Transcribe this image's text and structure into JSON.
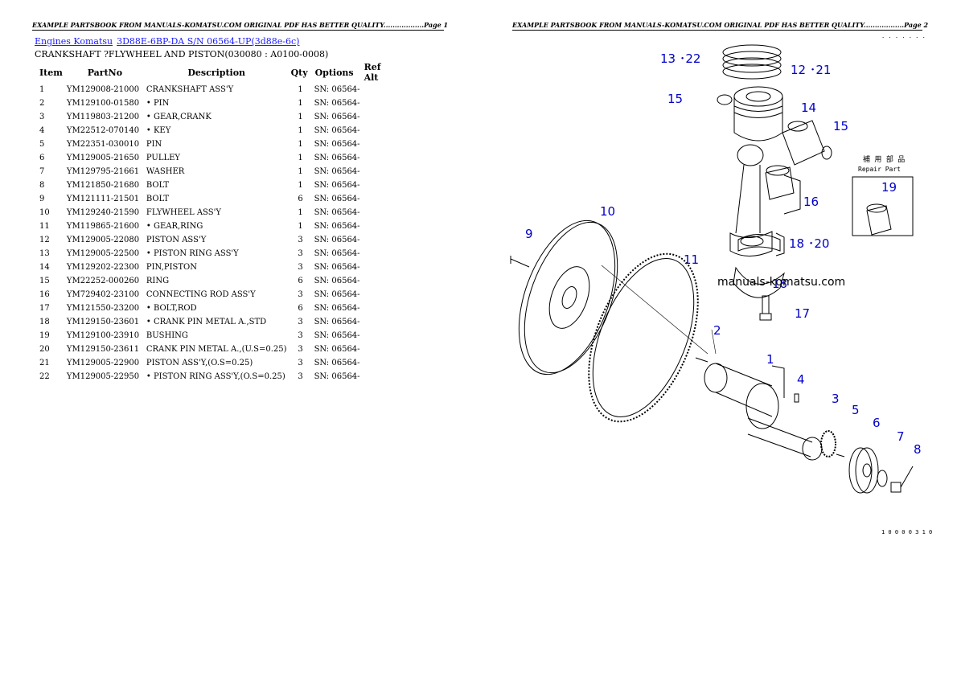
{
  "header": {
    "page1": "EXAMPLE PARTSBOOK FROM MANUALS-KOMATSU.COM ORIGINAL PDF HAS BETTER QUALITY..................Page 1",
    "page2": "EXAMPLE PARTSBOOK FROM MANUALS-KOMATSU.COM ORIGINAL PDF HAS BETTER QUALITY..................Page 2"
  },
  "breadcrumb": {
    "link1": "Engines Komatsu",
    "link2": "3D88E-6BP-DA S/N 06564-UP(3d88e-6c)"
  },
  "subtitle": "CRANKSHAFT ?FLYWHEEL AND PISTON(030080 : A0100-0008)",
  "table": {
    "headers": {
      "item": "Item",
      "partno": "PartNo",
      "description": "Description",
      "qty": "Qty",
      "options": "Options",
      "refalt": "Ref Alt"
    },
    "rows": [
      {
        "item": "1",
        "partno": "YM129008-21000",
        "description": "CRANKSHAFT ASS'Y",
        "qty": "1",
        "options": "SN: 06564-"
      },
      {
        "item": "2",
        "partno": "YM129100-01580",
        "description": "• PIN",
        "qty": "1",
        "options": "SN: 06564-"
      },
      {
        "item": "3",
        "partno": "YM119803-21200",
        "description": "• GEAR,CRANK",
        "qty": "1",
        "options": "SN: 06564-"
      },
      {
        "item": "4",
        "partno": "YM22512-070140",
        "description": "• KEY",
        "qty": "1",
        "options": "SN: 06564-"
      },
      {
        "item": "5",
        "partno": "YM22351-030010",
        "description": "PIN",
        "qty": "1",
        "options": "SN: 06564-"
      },
      {
        "item": "6",
        "partno": "YM129005-21650",
        "description": "PULLEY",
        "qty": "1",
        "options": "SN: 06564-"
      },
      {
        "item": "7",
        "partno": "YM129795-21661",
        "description": "WASHER",
        "qty": "1",
        "options": "SN: 06564-"
      },
      {
        "item": "8",
        "partno": "YM121850-21680",
        "description": "BOLT",
        "qty": "1",
        "options": "SN: 06564-"
      },
      {
        "item": "9",
        "partno": "YM121111-21501",
        "description": "BOLT",
        "qty": "6",
        "options": "SN: 06564-"
      },
      {
        "item": "10",
        "partno": "YM129240-21590",
        "description": "FLYWHEEL ASS'Y",
        "qty": "1",
        "options": "SN: 06564-"
      },
      {
        "item": "11",
        "partno": "YM119865-21600",
        "description": "• GEAR,RING",
        "qty": "1",
        "options": "SN: 06564-"
      },
      {
        "item": "12",
        "partno": "YM129005-22080",
        "description": "PISTON ASS'Y",
        "qty": "3",
        "options": "SN: 06564-"
      },
      {
        "item": "13",
        "partno": "YM129005-22500",
        "description": "• PISTON RING ASS'Y",
        "qty": "3",
        "options": "SN: 06564-"
      },
      {
        "item": "14",
        "partno": "YM129202-22300",
        "description": "PIN,PISTON",
        "qty": "3",
        "options": "SN: 06564-"
      },
      {
        "item": "15",
        "partno": "YM22252-000260",
        "description": "RING",
        "qty": "6",
        "options": "SN: 06564-"
      },
      {
        "item": "16",
        "partno": "YM729402-23100",
        "description": "CONNECTING ROD ASS'Y",
        "qty": "3",
        "options": "SN: 06564-"
      },
      {
        "item": "17",
        "partno": "YM121550-23200",
        "description": "• BOLT,ROD",
        "qty": "6",
        "options": "SN: 06564-"
      },
      {
        "item": "18",
        "partno": "YM129150-23601",
        "description": "• CRANK PIN METAL A.,STD",
        "qty": "3",
        "options": "SN: 06564-"
      },
      {
        "item": "19",
        "partno": "YM129100-23910",
        "description": "BUSHING",
        "qty": "3",
        "options": "SN: 06564-"
      },
      {
        "item": "20",
        "partno": "YM129150-23611",
        "description": "CRANK PIN METAL A.,(U.S=0.25)",
        "qty": "3",
        "options": "SN: 06564-"
      },
      {
        "item": "21",
        "partno": "YM129005-22900",
        "description": "PISTON ASS'Y,(O.S=0.25)",
        "qty": "3",
        "options": "SN: 06564-"
      },
      {
        "item": "22",
        "partno": "YM129005-22950",
        "description": "• PISTON RING ASS'Y,(O.S=0.25)",
        "qty": "3",
        "options": "SN: 06564-"
      }
    ]
  },
  "diagram": {
    "callouts": {
      "c1322": "13 ･22",
      "c1221": "12 ･21",
      "c15a": "15",
      "c14": "14",
      "c15b": "15",
      "c16": "16",
      "c19": "19",
      "c1820": "18 ･20",
      "c10": "10",
      "c9": "9",
      "c11": "11",
      "c17": "17",
      "c2": "2",
      "c1": "1",
      "c4": "4",
      "c3": "3",
      "c5": "5",
      "c6": "6",
      "c7": "7",
      "c8": "8",
      "c18": "18"
    },
    "watermark": "manuals-komatsu.com",
    "repair_box_jp": "補 用 部 品",
    "repair_box_en": "Repair Part",
    "code_top": ". . . . . .  .",
    "code_bottom": "1 0 0 0 0 3 1 0"
  }
}
